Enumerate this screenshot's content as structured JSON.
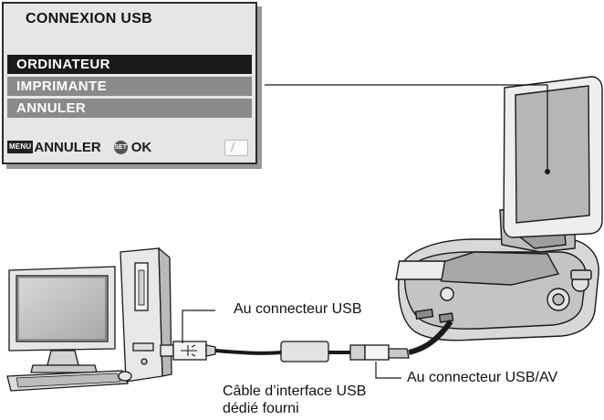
{
  "menu": {
    "title": "CONNEXION USB",
    "items": [
      {
        "label": "ORDINATEUR",
        "selected": true
      },
      {
        "label": "IMPRIMANTE",
        "selected": false
      },
      {
        "label": "ANNULER",
        "selected": false
      }
    ],
    "footer": {
      "menu_key": "MENU",
      "cancel_label": "ANNULER",
      "set_key": "SET",
      "ok_label": "OK"
    }
  },
  "callouts": {
    "usb_connector": "Au connecteur USB",
    "usb_av_connector": "Au connecteur USB/AV",
    "cable_line1": "Câble d’interface USB",
    "cable_line2": "dédié fourni"
  },
  "colors": {
    "selected_bg": "#1a1a1a",
    "item_bg": "#8a8a8a",
    "panel_bg": "#e6e6e6"
  }
}
